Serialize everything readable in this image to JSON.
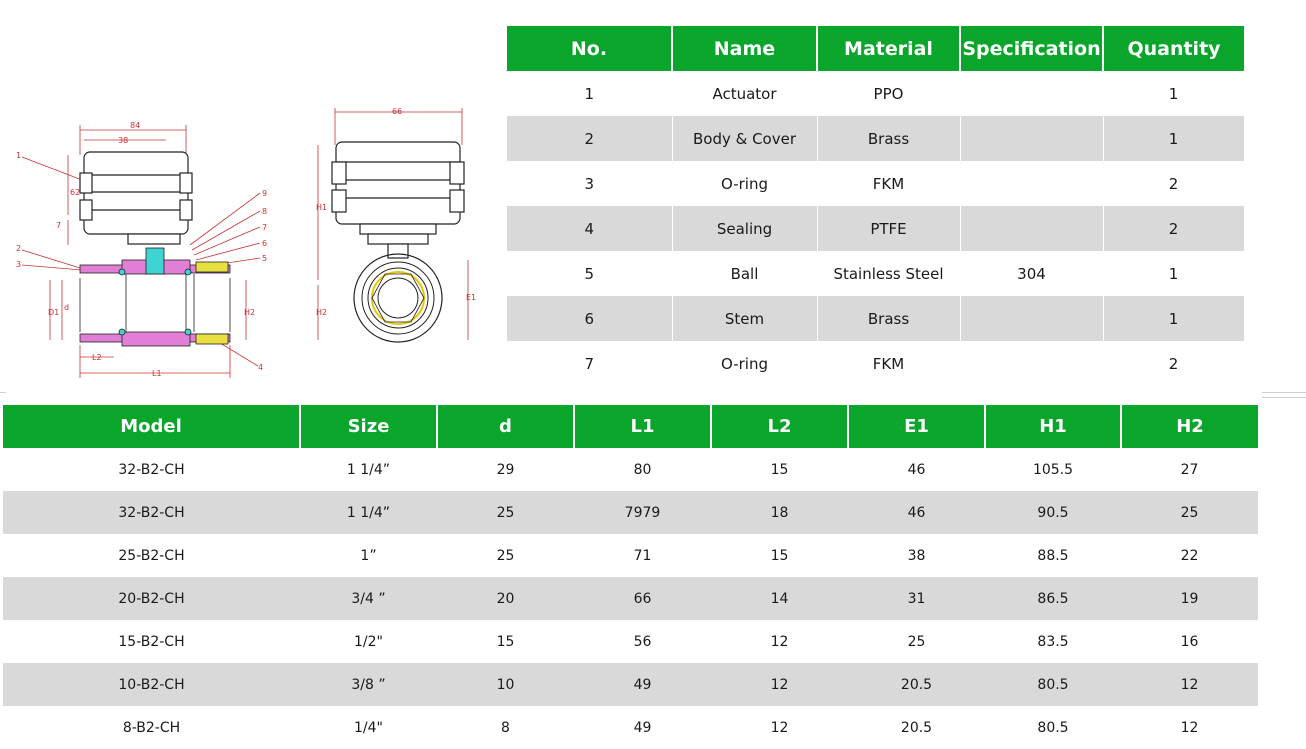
{
  "parts_table": {
    "headers": [
      "No.",
      "Name",
      "Material",
      "Specification",
      "Quantity"
    ],
    "rows": [
      {
        "no": "1",
        "name": "Actuator",
        "material": "PPO",
        "specification": "",
        "quantity": "1"
      },
      {
        "no": "2",
        "name": "Body & Cover",
        "material": "Brass",
        "specification": "",
        "quantity": "1"
      },
      {
        "no": "3",
        "name": "O-ring",
        "material": "FKM",
        "specification": "",
        "quantity": "2"
      },
      {
        "no": "4",
        "name": "Sealing",
        "material": "PTFE",
        "specification": "",
        "quantity": "2"
      },
      {
        "no": "5",
        "name": "Ball",
        "material": "Stainless Steel",
        "specification": "304",
        "quantity": "1"
      },
      {
        "no": "6",
        "name": "Stem",
        "material": "Brass",
        "specification": "",
        "quantity": "1"
      },
      {
        "no": "7",
        "name": "O-ring",
        "material": "FKM",
        "specification": "",
        "quantity": "2"
      }
    ]
  },
  "model_table": {
    "headers": [
      "Model",
      "Size",
      "d",
      "L1",
      "L2",
      "E1",
      "H1",
      "H2"
    ],
    "rows": [
      [
        "32-B2-CH",
        "1 1/4”",
        "29",
        "80",
        "15",
        "46",
        "105.5",
        "27"
      ],
      [
        "32-B2-CH",
        "1 1/4”",
        "25",
        "7979",
        "18",
        "46",
        "90.5",
        "25"
      ],
      [
        "25-B2-CH",
        "1”",
        "25",
        "71",
        "15",
        "38",
        "88.5",
        "22"
      ],
      [
        "20-B2-CH",
        "3/4 ”",
        "20",
        "66",
        "14",
        "31",
        "86.5",
        "19"
      ],
      [
        "15-B2-CH",
        "1/2\"",
        "15",
        "56",
        "12",
        "25",
        "83.5",
        "16"
      ],
      [
        "10-B2-CH",
        "3/8 ”",
        "10",
        "49",
        "12",
        "20.5",
        "80.5",
        "12"
      ],
      [
        "8-B2-CH",
        "1/4\"",
        "8",
        "49",
        "12",
        "20.5",
        "80.5",
        "12"
      ]
    ]
  },
  "drawing": {
    "side_view_dims": {
      "top_width": "84",
      "inner_width": "38",
      "left_height": "62",
      "small_height": "7"
    },
    "callouts_left": [
      "1",
      "2",
      "3"
    ],
    "callouts_right": [
      "9",
      "8",
      "7",
      "6",
      "5",
      "4"
    ],
    "dim_labels": {
      "d": "d",
      "D1": "D1",
      "H2": "H2",
      "L2": "L2",
      "L1": "L1"
    },
    "front_view_dims": {
      "width": "66",
      "height": "H1",
      "e1": "E1",
      "h2": "H2"
    }
  },
  "colors": {
    "header_green": "#0aa62c",
    "row_shade": "#d9d9d9",
    "body_pink": "#e17fd6",
    "stem_cyan": "#3fd3d3",
    "ring_yellow": "#e8e040"
  }
}
